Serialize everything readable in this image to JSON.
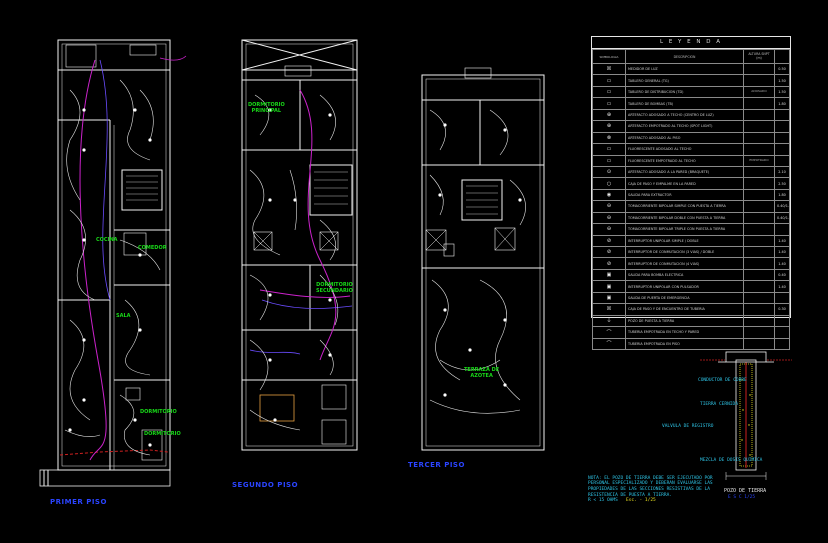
{
  "floor_titles": {
    "first": "PRIMER PISO",
    "second": "SEGUNDO PISO",
    "third": "TERCER PISO"
  },
  "rooms": {
    "first": [
      {
        "key": "sala",
        "label": "SALA"
      },
      {
        "key": "cocina",
        "label": "COCINA"
      },
      {
        "key": "comedor",
        "label": "COMEDOR"
      },
      {
        "key": "dorm_a",
        "label": "DORMITORIO"
      },
      {
        "key": "dorm_b",
        "label": "DORMITORIO"
      }
    ],
    "second": [
      {
        "key": "dorm_principal",
        "label": "DORMITORIO\nPRINCIPAL"
      },
      {
        "key": "dorm_secundario",
        "label": "DORMITORIO\nSECUNDARIO"
      }
    ],
    "third": [
      {
        "key": "terraza",
        "label": "TERRAZA DE\nAZOTEA"
      }
    ]
  },
  "legend": {
    "title": "L E Y E N D A",
    "headers": {
      "symbol": "SIMBOLOGIA",
      "description": "DESCRIPCION",
      "height": "ALTURA SNPT (m)",
      "value": ""
    },
    "rows": [
      {
        "sym": "☒",
        "desc": "MEDIDOR DE LUZ",
        "alt": "",
        "val": "0.50"
      },
      {
        "sym": "▭",
        "desc": "TABLERO GENERAL (TG)",
        "alt": "",
        "val": "1.50"
      },
      {
        "sym": "▭",
        "desc": "TABLERO DE DISTRIBUCION (TD)",
        "alt": "ADOSADO",
        "val": "1.50"
      },
      {
        "sym": "▭",
        "desc": "TABLERO DE BOMBAS (TB)",
        "alt": "",
        "val": "1.80"
      },
      {
        "sym": "⊕",
        "desc": "ARTEFACTO ADOSADO A TECHO (CENTRO DE LUZ)",
        "alt": "",
        "val": ""
      },
      {
        "sym": "⊕",
        "desc": "ARTEFACTO EMPOTRADO AL TECHO (SPOT LIGHT)",
        "alt": "",
        "val": ""
      },
      {
        "sym": "⊗",
        "desc": "ARTEFACTO ADOSADO AL PISO",
        "alt": "",
        "val": ""
      },
      {
        "sym": "▭",
        "desc": "FLUORESCENTE ADOSADO AL TECHO",
        "alt": "",
        "val": ""
      },
      {
        "sym": "▭",
        "desc": "FLUORESCENTE EMPOTRADO AL TECHO",
        "alt": "EMPOTRADO",
        "val": ""
      },
      {
        "sym": "⊙",
        "desc": "ARTEFACTO ADOSADO A LA PARED (BRAQUETE)",
        "alt": "",
        "val": "2.10"
      },
      {
        "sym": "○",
        "desc": "CAJA DE PASO Y EMPALME EN LA PARED",
        "alt": "",
        "val": "2.50"
      },
      {
        "sym": "◉",
        "desc": "SALIDA PARA EXTRACTOR",
        "alt": "",
        "val": "1.80"
      },
      {
        "sym": "⊖",
        "desc": "TOMACORRIENTE BIPOLAR SIMPLE CON PUESTA A TIERRA",
        "alt": "",
        "val": "0.40/1.10"
      },
      {
        "sym": "⊖",
        "desc": "TOMACORRIENTE BIPOLAR DOBLE CON PUESTA A TIERRA",
        "alt": "",
        "val": "0.40/1.10"
      },
      {
        "sym": "⊖",
        "desc": "TOMACORRIENTE BIPOLAR TRIPLE CON PUESTA A TIERRA",
        "alt": "",
        "val": ""
      },
      {
        "sym": "⊘",
        "desc": "INTERRUPTOR UNIPOLAR SIMPLE / DOBLE",
        "alt": "",
        "val": "1.40"
      },
      {
        "sym": "⊘",
        "desc": "INTERRUPTOR DE CONMUTACION (3 VIAS) / DOBLE",
        "alt": "",
        "val": "1.40"
      },
      {
        "sym": "⊘",
        "desc": "INTERRUPTOR DE CONMUTACION (4 VIAS)",
        "alt": "",
        "val": "1.40"
      },
      {
        "sym": "▣",
        "desc": "SALIDA PARA BOMBA ELECTRICA",
        "alt": "",
        "val": "0.40"
      },
      {
        "sym": "▣",
        "desc": "INTERRUPTOR UNIPOLAR CON PULSADOR",
        "alt": "",
        "val": "1.40"
      },
      {
        "sym": "▣",
        "desc": "SALIDA DE PUERTA DE EMERGENCIA",
        "alt": "",
        "val": ""
      },
      {
        "sym": "☒",
        "desc": "CAJA DE PASO Y DE ENCUENTRO DE TUBERIA",
        "alt": "",
        "val": "0.30"
      },
      {
        "sym": "⏚",
        "desc": "POZO DE PUESTA A TIERRA",
        "alt": "",
        "val": ""
      },
      {
        "sym": "⌒",
        "desc": "TUBERIA EMPOTRADA EN TECHO Y PARED",
        "alt": "",
        "val": ""
      },
      {
        "sym": "⌒",
        "desc": "TUBERIA EMPOTRADA EN PISO",
        "alt": "",
        "val": ""
      }
    ]
  },
  "well": {
    "title": "POZO DE TIERRA",
    "scale": "E S C  1/25",
    "note": "NOTA: EL POZO DE TIERRA DEBE SER EJECUTADO POR\nPERSONAL ESPECIALIZADO Y DEBERAN EVALUARSE LAS\nPROPIEDADES DE LAS SECCIONES RESISTIVAS DE LA\nRESISTENCIA DE PUESTA A TIERRA.\n",
    "note_tail": "R < 15 OHMS",
    "note_scale": "Esc. - 1/25",
    "labels": [
      "VALVULA DE REGISTRO",
      "CONDUCTOR DE COBRE",
      "TIERRA CERNIDA",
      "MEZCLA DE DOSIS QUIMICA"
    ]
  },
  "colors": {
    "walls": "#f2f2f2",
    "circuits": "#e6e6e6",
    "feeder": "#cc22cc",
    "feeder2": "#6a4cff",
    "rooms": "#18d818",
    "titles": "#2a44ff",
    "notes": "#2ec4e6",
    "accent": "#e8e020",
    "ground": "#cc2020"
  }
}
